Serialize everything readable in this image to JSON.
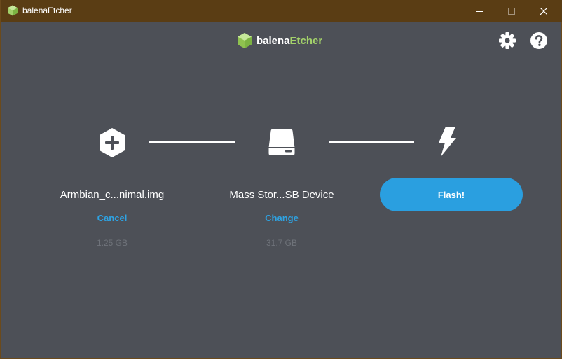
{
  "window": {
    "title": "balenaEtcher",
    "controls": {
      "minimize": "minimize",
      "maximize": "maximize",
      "close": "close"
    }
  },
  "header": {
    "logo_part1": "balena",
    "logo_part2": "Etcher",
    "settings_icon": "gear-icon",
    "help_icon": "question-icon"
  },
  "steps": [
    {
      "name": "Armbian_c...nimal.img",
      "action": "Cancel",
      "size": "1.25 GB",
      "icon": "plus-hexagon-icon"
    },
    {
      "name": "Mass Stor...SB Device",
      "action": "Change",
      "size": "31.7 GB",
      "icon": "drive-icon"
    },
    {
      "icon": "lightning-icon"
    }
  ],
  "flash_button": {
    "label": "Flash!"
  },
  "colors": {
    "titlebar": "#5a3d14",
    "background": "#4d5057",
    "accent": "#2a9fe0",
    "link": "#2ea3e3",
    "brand_green": "#a3d16a",
    "muted_text": "#6f737a"
  }
}
